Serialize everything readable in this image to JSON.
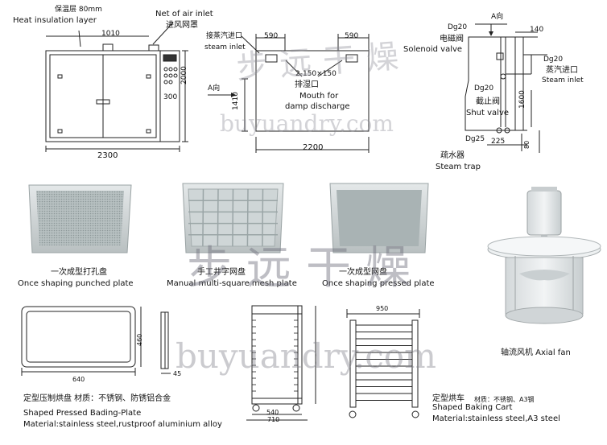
{
  "oven_elevation": {
    "insulation_cn": "保温层 80mm",
    "insulation_en": "Heat insulation layer",
    "dim_1010": "1010",
    "net_en": "Net of air inlet",
    "net_cn": "进风网罩",
    "dim_2000": "2000",
    "dim_300": "300",
    "dim_2300": "2300"
  },
  "oven_plan": {
    "steam_cn": "接蒸汽进口",
    "steam_en": "steam inlet",
    "dim_590_left": "590",
    "dim_590_right": "590",
    "dim_2x150": "2-150×150",
    "damp_cn": "排湿口",
    "mouth_en": "Mouth for",
    "damp_en": "damp discharge",
    "a_dir": "A向",
    "dim_1410": "1410",
    "dim_2200": "2200"
  },
  "piping": {
    "a_dir": "A向",
    "dg20_top": "Dg20",
    "dim_140": "140",
    "solenoid_cn": "电磁阀",
    "solenoid_en": "Solenoid valve",
    "dg20_right": "Dg20",
    "steam_inlet_cn": "蒸汽进口",
    "steam_inlet_en": "Steam inlet",
    "dg20_mid": "Dg20",
    "dim_1600": "1600",
    "shut_cn": "截止阀",
    "shut_en": "Shut valve",
    "dg25": "Dg25",
    "dim_225": "225",
    "dim_80": "80",
    "trap_cn": "疏水器",
    "trap_en": "Steam trap"
  },
  "trays": [
    {
      "cn": "一次成型打孔盘",
      "en": "Once shaping punched plate"
    },
    {
      "cn": "手工井字网盘",
      "en": "Manual multi-square mesh plate"
    },
    {
      "cn": "一次成型网盘",
      "en": "Once shaping pressed plate"
    }
  ],
  "fan": {
    "label": "轴流风机 Axial fan"
  },
  "plate_drawing": {
    "dim_640": "640",
    "dim_460": "460",
    "dim_45": "45",
    "title_cn": "定型压制烘盘 材质：不锈钢、防锈铝合金",
    "title_en": "Shaped Pressed Bading-Plate",
    "material_en": "Material:stainless steel,rustproof aluminium alloy"
  },
  "cart_drawing": {
    "dim_540": "540",
    "dim_710": "710",
    "dim_950": "950",
    "title_cn": "定型烘车",
    "material_cn": "材质：不锈钢、A3钢",
    "title_en": "Shaped Baking Cart",
    "material_en": "Material:stainless steel,A3 steel"
  },
  "watermarks": {
    "brand_cn": "步远干燥",
    "url": "buyuandry.com"
  },
  "colors": {
    "line": "#222222",
    "tray_frame": "#c9cecf",
    "tray_mesh": "#a9b2b3",
    "fan_body": "#dfe3e5"
  }
}
